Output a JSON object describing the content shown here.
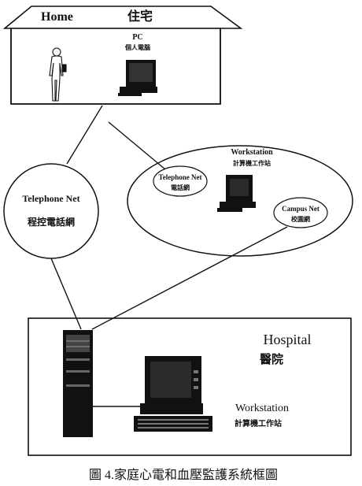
{
  "home": {
    "title_en": "Home",
    "title_zh": "住宅",
    "pc_label": "PC",
    "pc_label_zh": "個人電腦"
  },
  "telephone_net": {
    "label_en": "Telephone Net",
    "label_zh": "程控電話網"
  },
  "campus_group": {
    "workstation_label": "Workstation",
    "workstation_label_zh": "計算機工作站",
    "telephone_label": "Telephone Net",
    "telephone_label_zh": "電話網",
    "campus_label": "Campus Net",
    "campus_label_zh": "校園網"
  },
  "hospital": {
    "title_en": "Hospital",
    "title_zh": "醫院",
    "workstation_label": "Workstation",
    "workstation_label_zh": "計算機工作站"
  },
  "caption": "圖 4.家庭心電和血壓監護系統框圖"
}
